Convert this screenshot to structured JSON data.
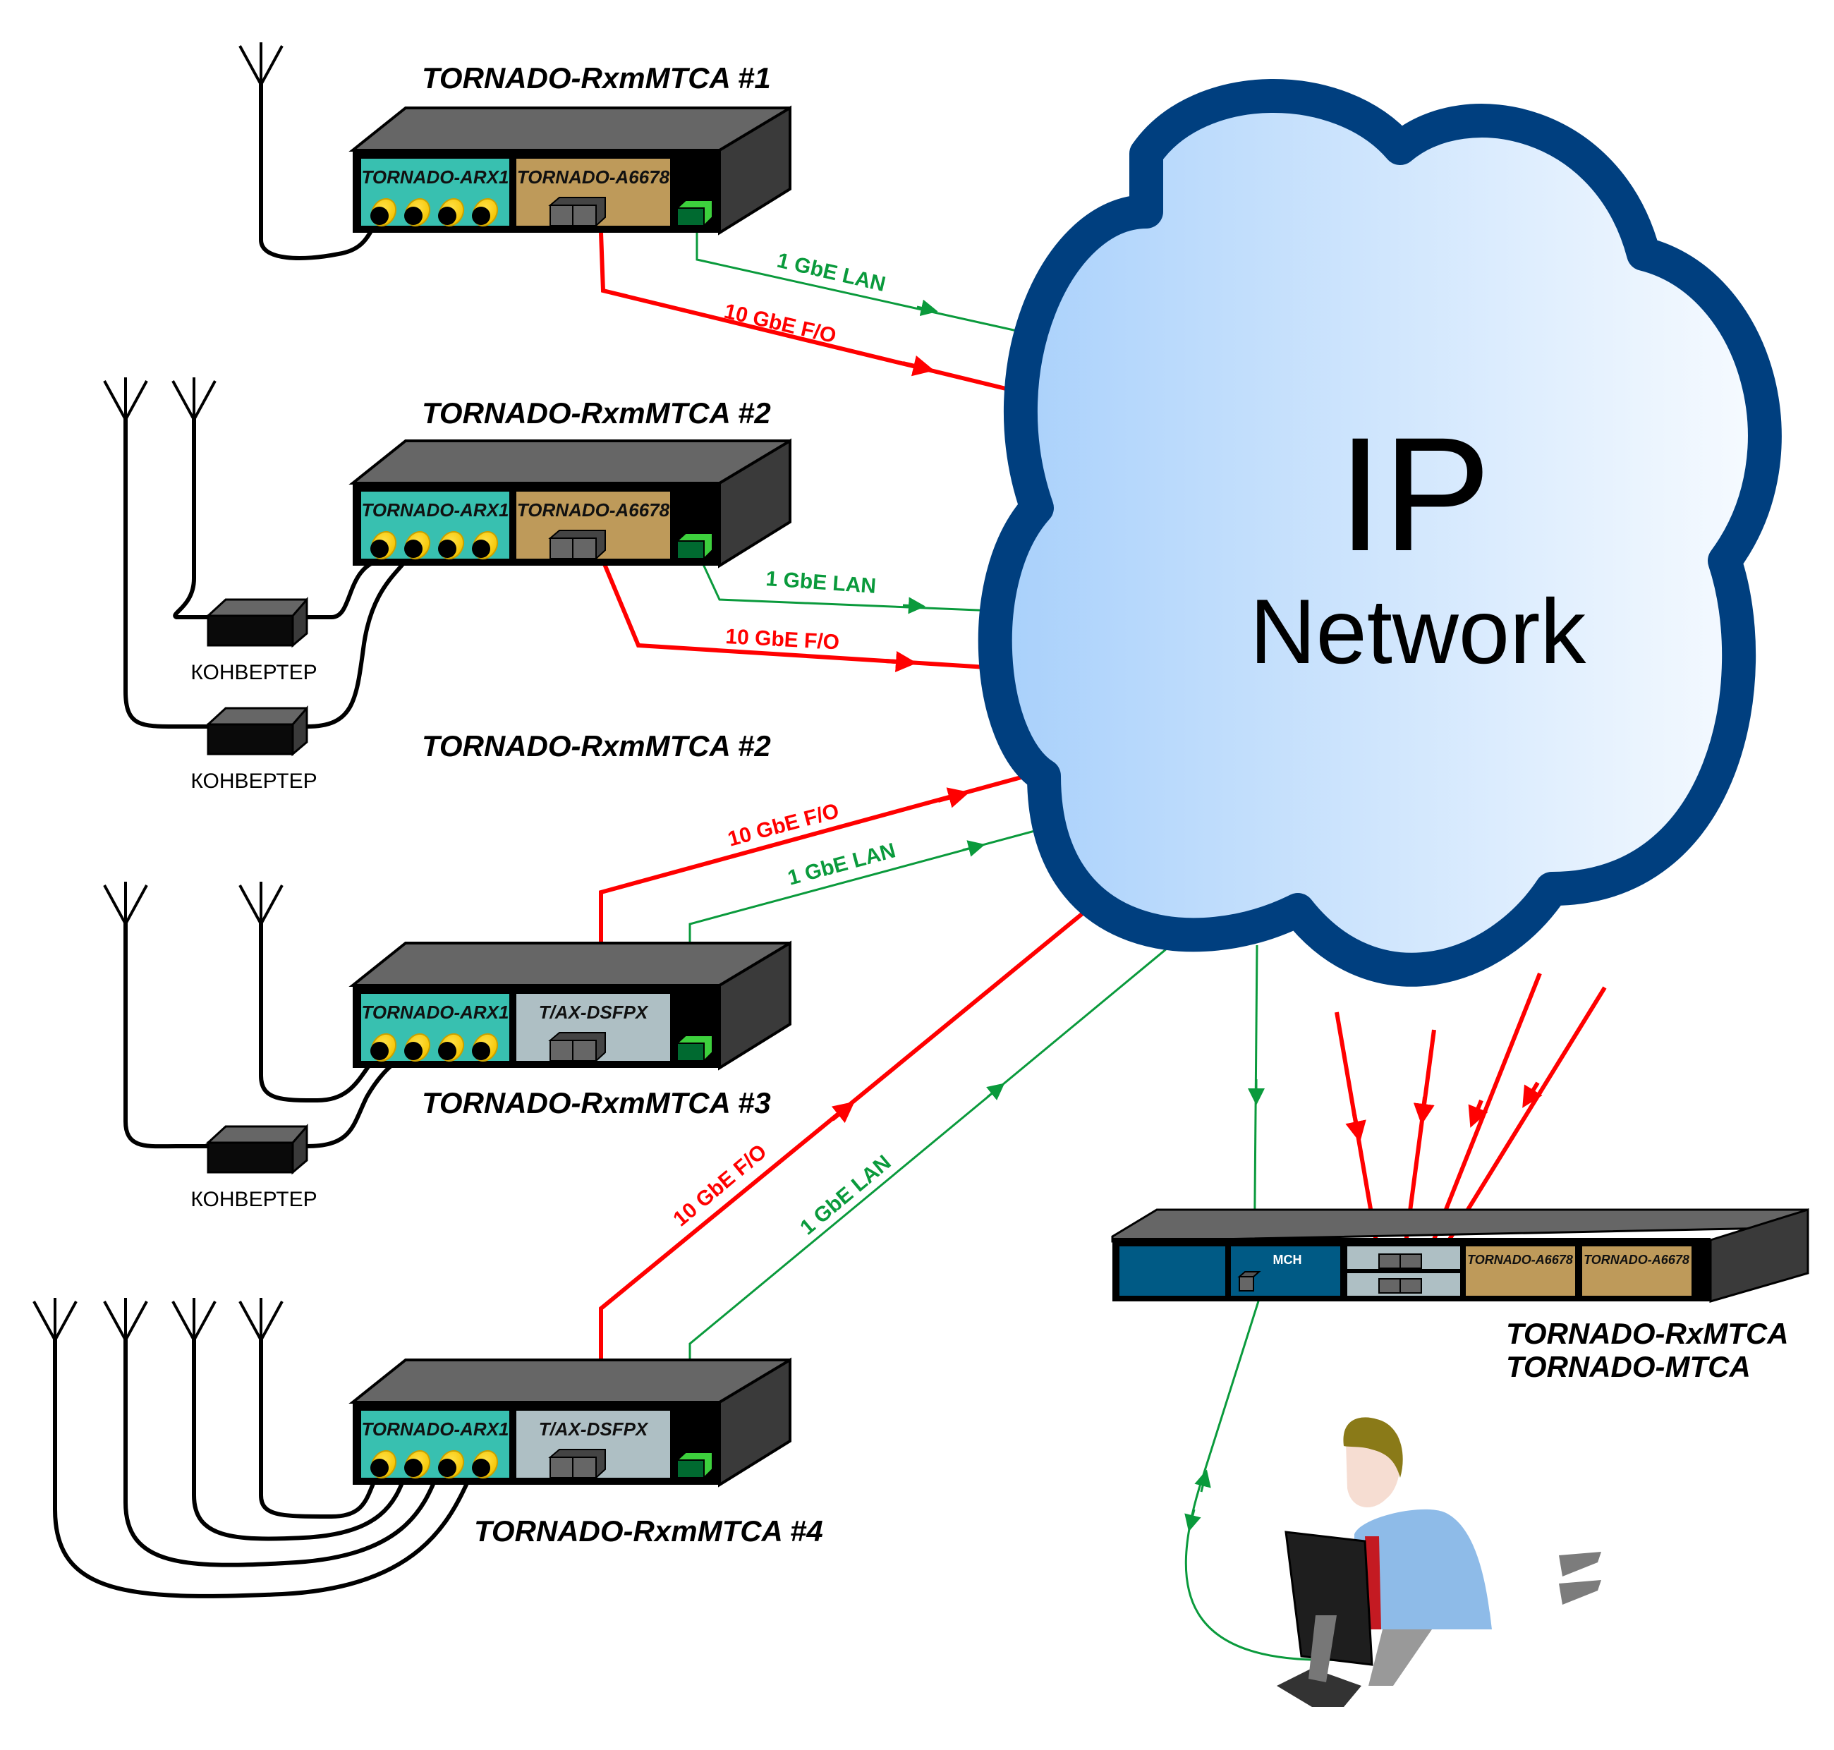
{
  "devices": [
    {
      "title": "TORNADO-RxmMTCA #1",
      "modules": [
        "TORNADO-ARX1",
        "TORNADO-A6678"
      ]
    },
    {
      "title": "TORNADO-RxmMTCA #2",
      "modules": [
        "TORNADO-ARX1",
        "TORNADO-A6678"
      ]
    },
    {
      "title": "TORNADO-RxmMTCA #2",
      "modules": []
    },
    {
      "title": "TORNADO-RxmMTCA #3",
      "modules": [
        "TORNADO-ARX1",
        "T/AX-DSFPX"
      ]
    },
    {
      "title": "TORNADO-RxmMTCA #4",
      "modules": [
        "TORNADO-ARX1",
        "T/AX-DSFPX"
      ]
    }
  ],
  "converter_label": "КОНВЕРТЕР",
  "links": {
    "lan": "1 GbE LAN",
    "fo": "10 GbE F/O"
  },
  "cloud": {
    "line1": "IP",
    "line2": "Network"
  },
  "rack": {
    "mch": "MCH",
    "modules": [
      "TORNADO-A6678",
      "TORNADO-A6678"
    ],
    "title1": "TORNADO-RxMTCA",
    "title2": "TORNADO-MTCA"
  },
  "colors": {
    "fo": "#ff0000",
    "lan": "#0a9a3c",
    "cloud_border": "#003f7f",
    "arx1": "#38c0b0",
    "a6678": "#be9a5a",
    "dsfpx": "#aebfc4",
    "mch": "#005a85"
  }
}
